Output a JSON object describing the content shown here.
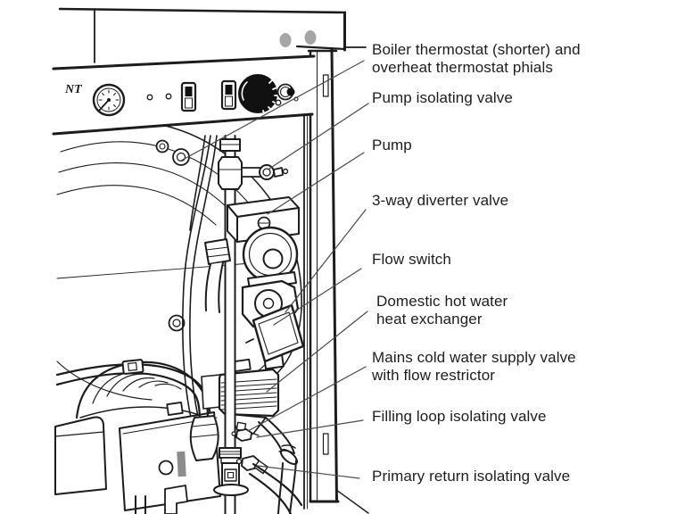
{
  "figure": {
    "type": "boiler-internal-components-cutaway-diagram",
    "panel_badge": "NT",
    "colors": {
      "background": "#ffffff",
      "line": "#1c1c1c",
      "leader_line": "#4a4a4a",
      "knob_fill": "#111111",
      "vent_oval": "#a5a5a5",
      "slot_fill": "#8c8c8c"
    },
    "labels": [
      {
        "id": "boiler-thermostat",
        "line1": "Boiler thermostat (shorter) and",
        "line2": "overheat thermostat phials"
      },
      {
        "id": "pump-isolating-valve",
        "line1": "Pump isolating valve",
        "line2": ""
      },
      {
        "id": "pump",
        "line1": "Pump",
        "line2": ""
      },
      {
        "id": "diverter-valve",
        "line1": "3-way diverter valve",
        "line2": ""
      },
      {
        "id": "flow-switch",
        "line1": "Flow switch",
        "line2": ""
      },
      {
        "id": "dhw-heat-exchanger",
        "line1": "Domestic hot water",
        "line2": "heat exchanger"
      },
      {
        "id": "mains-cold-water-valve",
        "line1": "Mains cold water supply valve",
        "line2": "with flow restrictor"
      },
      {
        "id": "filling-loop-valve",
        "line1": "Filling loop isolating valve",
        "line2": ""
      },
      {
        "id": "primary-return-valve",
        "line1": "Primary return isolating valve",
        "line2": ""
      }
    ]
  }
}
